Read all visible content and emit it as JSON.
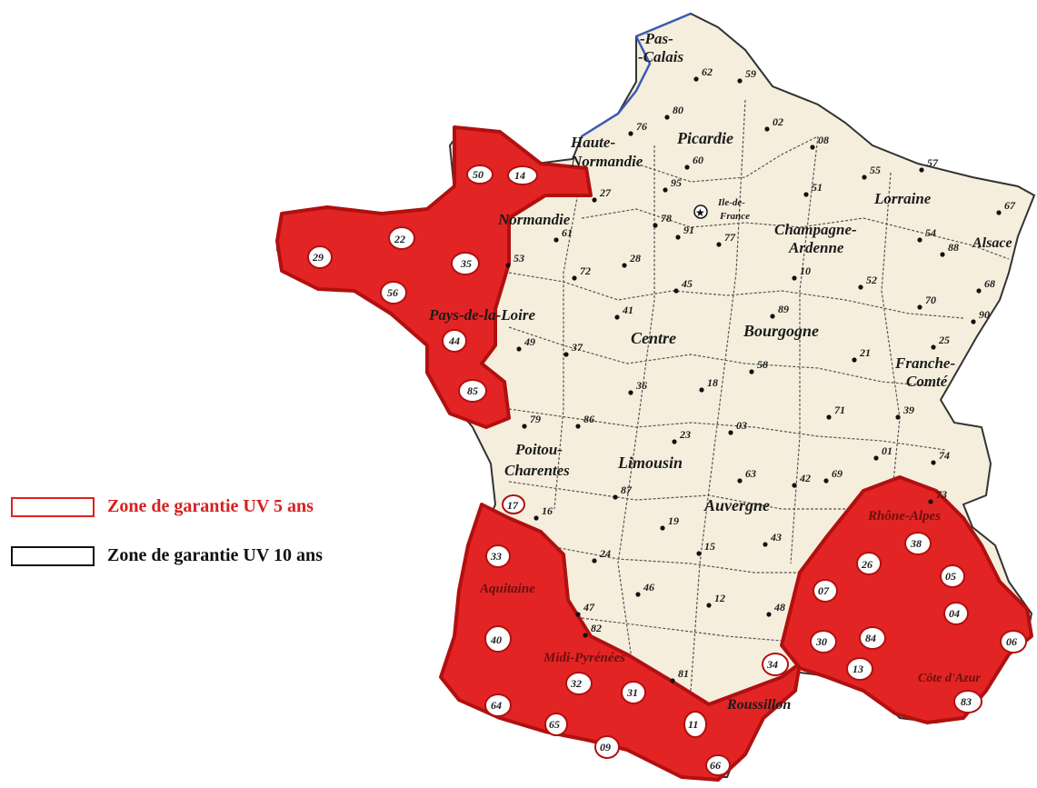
{
  "legend": {
    "zone5": {
      "label": "Zone de garantie UV 5 ans",
      "color": "#e02020"
    },
    "zone10": {
      "label": "Zone de garantie UV 10 ans",
      "color": "#111111"
    }
  },
  "colors": {
    "land": "#f6eedd",
    "zone5_fill": "#e32424",
    "zone5_stroke": "#b01010",
    "border": "#444444",
    "coast": "#3a5bb0"
  },
  "regions": [
    {
      "id": "nord-pas-calais",
      "label": "-Pas-"
    },
    {
      "id": "nord-pas-calais-2",
      "label": "-Calais"
    },
    {
      "id": "picardie",
      "label": "Picardie"
    },
    {
      "id": "haute-normandie",
      "label": "Haute-"
    },
    {
      "id": "haute-normandie-2",
      "label": "Normandie"
    },
    {
      "id": "basse-normandie",
      "label": "Normandie"
    },
    {
      "id": "ile-de-france",
      "label": "Ile-de-"
    },
    {
      "id": "ile-de-france-2",
      "label": "France"
    },
    {
      "id": "champagne",
      "label": "Champagne-"
    },
    {
      "id": "champagne-2",
      "label": "Ardenne"
    },
    {
      "id": "lorraine",
      "label": "Lorraine"
    },
    {
      "id": "alsace",
      "label": "Alsace"
    },
    {
      "id": "pays-loire",
      "label": "Pays-de-la-Loire"
    },
    {
      "id": "centre",
      "label": "Centre"
    },
    {
      "id": "bourgogne",
      "label": "Bourgogne"
    },
    {
      "id": "franche-comte",
      "label": "Franche-"
    },
    {
      "id": "franche-comte-2",
      "label": "Comté"
    },
    {
      "id": "poitou",
      "label": "Poitou-"
    },
    {
      "id": "poitou-2",
      "label": "Charentes"
    },
    {
      "id": "limousin",
      "label": "Limousin"
    },
    {
      "id": "auvergne",
      "label": "Auvergne"
    },
    {
      "id": "rhone-alpes",
      "label": "Rhône-Alpes"
    },
    {
      "id": "aquitaine",
      "label": "Aquitaine"
    },
    {
      "id": "midi-pyrenees",
      "label": "Midi-Pyrénées"
    },
    {
      "id": "languedoc",
      "label": "Roussillon"
    },
    {
      "id": "paca",
      "label": "Côte d'Azur"
    }
  ],
  "departments": [
    {
      "code": "62"
    },
    {
      "code": "59"
    },
    {
      "code": "80"
    },
    {
      "code": "02"
    },
    {
      "code": "08"
    },
    {
      "code": "76"
    },
    {
      "code": "60"
    },
    {
      "code": "27"
    },
    {
      "code": "95"
    },
    {
      "code": "55"
    },
    {
      "code": "57"
    },
    {
      "code": "67"
    },
    {
      "code": "51"
    },
    {
      "code": "78"
    },
    {
      "code": "91"
    },
    {
      "code": "77"
    },
    {
      "code": "54"
    },
    {
      "code": "88"
    },
    {
      "code": "61"
    },
    {
      "code": "28"
    },
    {
      "code": "10"
    },
    {
      "code": "52"
    },
    {
      "code": "68"
    },
    {
      "code": "53"
    },
    {
      "code": "72"
    },
    {
      "code": "45"
    },
    {
      "code": "89"
    },
    {
      "code": "70"
    },
    {
      "code": "90"
    },
    {
      "code": "41"
    },
    {
      "code": "49"
    },
    {
      "code": "37"
    },
    {
      "code": "21"
    },
    {
      "code": "25"
    },
    {
      "code": "18"
    },
    {
      "code": "58"
    },
    {
      "code": "36"
    },
    {
      "code": "39"
    },
    {
      "code": "79"
    },
    {
      "code": "86"
    },
    {
      "code": "71"
    },
    {
      "code": "23"
    },
    {
      "code": "03"
    },
    {
      "code": "01"
    },
    {
      "code": "74"
    },
    {
      "code": "87"
    },
    {
      "code": "63"
    },
    {
      "code": "42"
    },
    {
      "code": "69"
    },
    {
      "code": "73"
    },
    {
      "code": "16"
    },
    {
      "code": "19"
    },
    {
      "code": "43"
    },
    {
      "code": "24"
    },
    {
      "code": "15"
    },
    {
      "code": "46"
    },
    {
      "code": "12"
    },
    {
      "code": "48"
    },
    {
      "code": "47"
    },
    {
      "code": "82"
    },
    {
      "code": "81"
    },
    {
      "code": "50"
    },
    {
      "code": "14"
    },
    {
      "code": "22"
    },
    {
      "code": "29"
    },
    {
      "code": "35"
    },
    {
      "code": "56"
    },
    {
      "code": "44"
    },
    {
      "code": "85"
    },
    {
      "code": "17"
    },
    {
      "code": "33"
    },
    {
      "code": "40"
    },
    {
      "code": "64"
    },
    {
      "code": "65"
    },
    {
      "code": "32"
    },
    {
      "code": "31"
    },
    {
      "code": "09"
    },
    {
      "code": "11"
    },
    {
      "code": "66"
    },
    {
      "code": "34"
    },
    {
      "code": "30"
    },
    {
      "code": "13"
    },
    {
      "code": "84"
    },
    {
      "code": "83"
    },
    {
      "code": "06"
    },
    {
      "code": "04"
    },
    {
      "code": "05"
    },
    {
      "code": "26"
    },
    {
      "code": "38"
    },
    {
      "code": "07"
    }
  ]
}
